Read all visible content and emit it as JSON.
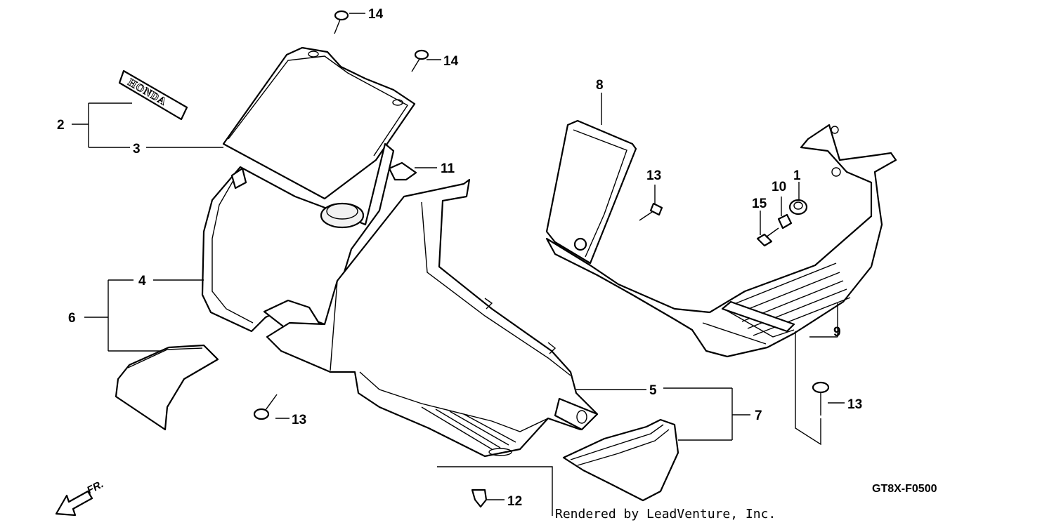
{
  "emblem_text": "HONDA",
  "direction_label": "FR.",
  "diagram_code": "GT8X-F0500",
  "credit": "Rendered by LeadVenture, Inc.",
  "callouts": {
    "c1": "1",
    "c2": "2",
    "c3": "3",
    "c4": "4",
    "c5": "5",
    "c6": "6",
    "c7": "7",
    "c8": "8",
    "c9": "9",
    "c10": "10",
    "c11": "11",
    "c12": "12",
    "c13_top": "13",
    "c13_left": "13",
    "c13_right": "13",
    "c14_top": "14",
    "c14_mid": "14",
    "c15": "15"
  }
}
